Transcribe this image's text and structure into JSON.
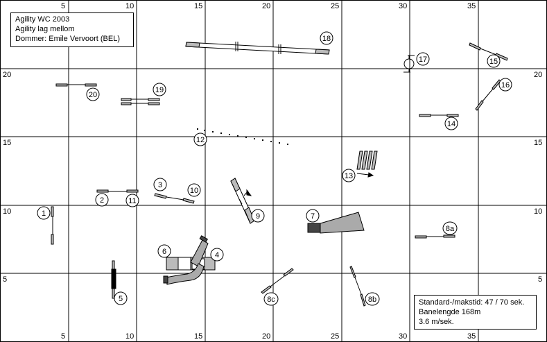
{
  "header": {
    "line1": "Agility WC 2003",
    "line2": "Agility lag mellom",
    "line3": "Dommer: Emile Vervoort (BEL)"
  },
  "footer": {
    "line1": "Standard-/makstid: 47 / 70 sek.",
    "line2": "Banelengde 168m",
    "line3": "3.6 m/sek."
  },
  "grid": {
    "x_top_labels": [
      "5",
      "10",
      "15",
      "20",
      "25",
      "30",
      "35"
    ],
    "x_bottom_labels": [
      "5",
      "10",
      "15",
      "20",
      "25",
      "30",
      "35"
    ],
    "y_left_labels": [
      "20",
      "15",
      "10",
      "5"
    ],
    "y_right_labels": [
      "20",
      "15",
      "10",
      "5"
    ]
  },
  "obstacles": [
    {
      "label": "1"
    },
    {
      "label": "2"
    },
    {
      "label": "3"
    },
    {
      "label": "4"
    },
    {
      "label": "5"
    },
    {
      "label": "6"
    },
    {
      "label": "7"
    },
    {
      "label": "8a"
    },
    {
      "label": "8b"
    },
    {
      "label": "8c"
    },
    {
      "label": "9"
    },
    {
      "label": "10"
    },
    {
      "label": "11"
    },
    {
      "label": "12"
    },
    {
      "label": "13"
    },
    {
      "label": "14"
    },
    {
      "label": "15"
    },
    {
      "label": "16"
    },
    {
      "label": "17"
    },
    {
      "label": "18"
    },
    {
      "label": "19"
    },
    {
      "label": "20"
    }
  ]
}
